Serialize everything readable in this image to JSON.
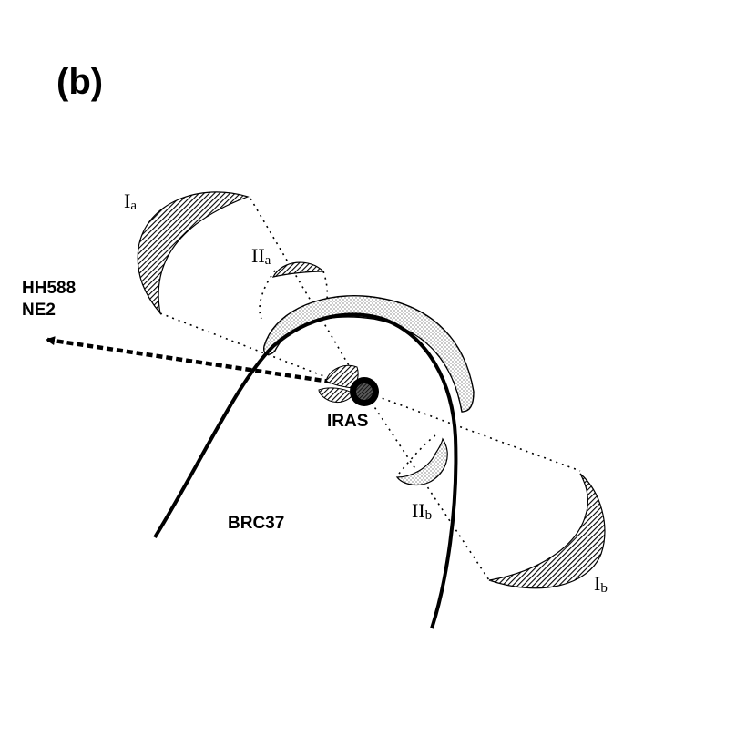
{
  "panel_label": "(b)",
  "labels": {
    "hh588_line1": "HH588",
    "hh588_line2": "NE2",
    "iras": "IRAS",
    "brc37": "BRC37",
    "lobe_Ia_main": "I",
    "lobe_Ia_sub": "a",
    "lobe_IIa_main": "II",
    "lobe_IIa_sub": "a",
    "lobe_IIb_main": "II",
    "lobe_IIb_sub": "b",
    "lobe_Ib_main": "I",
    "lobe_Ib_sub": "b"
  },
  "colors": {
    "ink": "#000000",
    "background": "#ffffff",
    "stipple_fill": "#e6e6e6"
  }
}
